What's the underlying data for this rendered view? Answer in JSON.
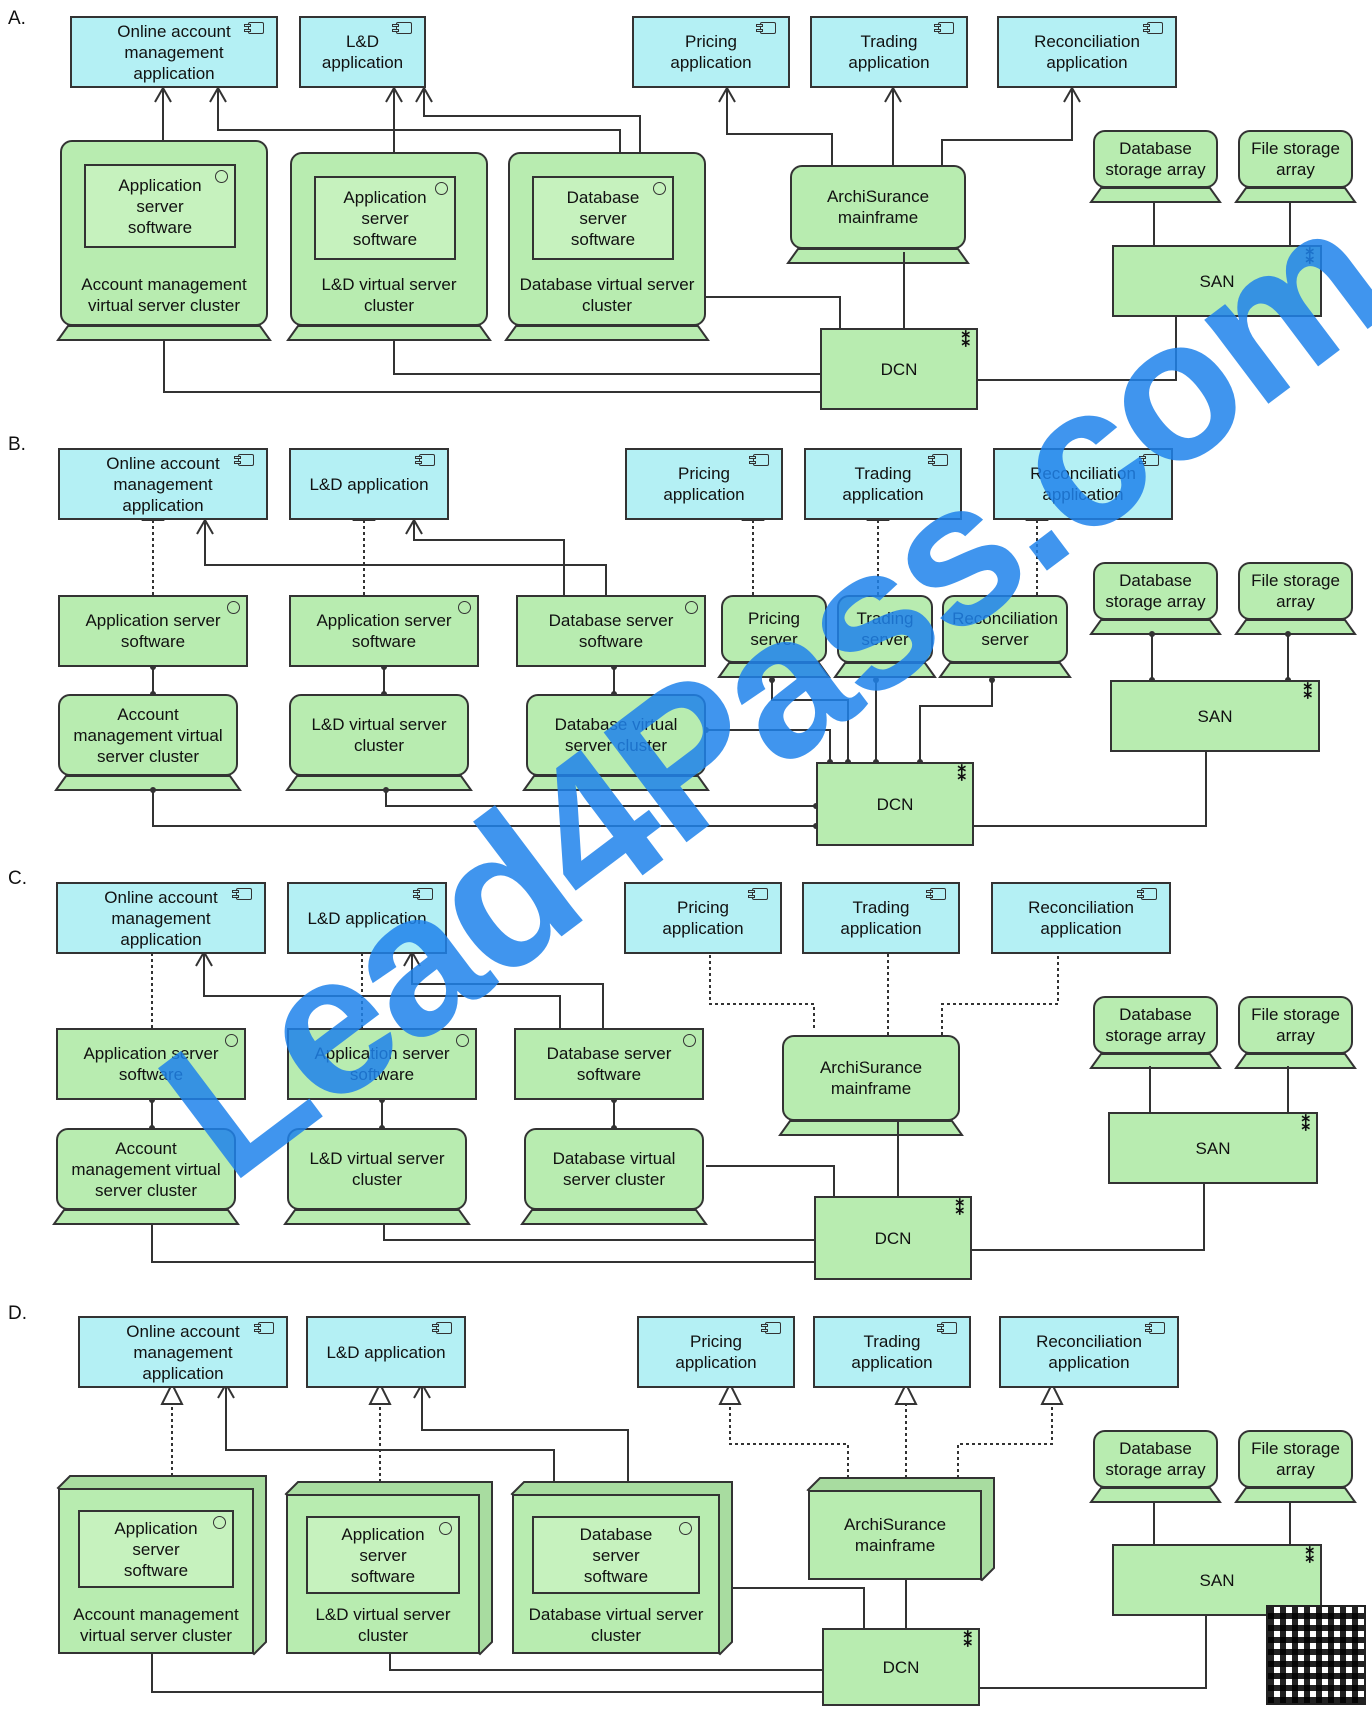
{
  "panels": [
    {
      "label": "A.",
      "apps": [
        "Online account management application",
        "L&D application",
        "Pricing application",
        "Trading application",
        "Reconciliation application"
      ],
      "nodes": [
        "Account management virtual server cluster",
        "L&D virtual server cluster",
        "Database virtual server cluster"
      ],
      "software": [
        "Application server software",
        "Application server software",
        "Database server software"
      ],
      "mainframe": "ArchiSurance mainframe",
      "storage": [
        "Database storage array",
        "File storage array"
      ],
      "san": "SAN",
      "dcn": "DCN"
    },
    {
      "label": "B.",
      "apps": [
        "Online account management application",
        "L&D application",
        "Pricing application",
        "Trading application",
        "Reconciliation application"
      ],
      "software": [
        "Application server software",
        "Application server software",
        "Database server software"
      ],
      "servers": [
        "Pricing server",
        "Trading server",
        "Reconciliation server"
      ],
      "nodes": [
        "Account management virtual server cluster",
        "L&D virtual server cluster",
        "Database virtual server cluster"
      ],
      "storage": [
        "Database storage array",
        "File storage array"
      ],
      "san": "SAN",
      "dcn": "DCN"
    },
    {
      "label": "C.",
      "apps": [
        "Online account management application",
        "L&D application",
        "Pricing application",
        "Trading application",
        "Reconciliation application"
      ],
      "software": [
        "Application server software",
        "Application server software",
        "Database server software"
      ],
      "mainframe": "ArchiSurance mainframe",
      "nodes": [
        "Account management virtual server cluster",
        "L&D virtual server cluster",
        "Database virtual server cluster"
      ],
      "storage": [
        "Database storage array",
        "File storage array"
      ],
      "san": "SAN",
      "dcn": "DCN"
    },
    {
      "label": "D.",
      "apps": [
        "Online account management application",
        "L&D application",
        "Pricing application",
        "Trading application",
        "Reconciliation application"
      ],
      "nodes": [
        "Account management virtual server cluster",
        "L&D virtual server cluster",
        "Database virtual server cluster"
      ],
      "software": [
        "Application server software",
        "Application server software",
        "Database server software"
      ],
      "mainframe": "ArchiSurance mainframe",
      "storage": [
        "Database storage array",
        "File storage array"
      ],
      "san": "SAN",
      "dcn": "DCN"
    }
  ],
  "watermark": "Lead4Pass.com",
  "icons": {
    "application_component": "component-icon",
    "system_software": "system-software-icon",
    "network": "network-icon",
    "device": "device-icon"
  },
  "colors": {
    "application": "#b4f0f4",
    "technology": "#b8ecb0",
    "watermark": "#1e82eb"
  }
}
